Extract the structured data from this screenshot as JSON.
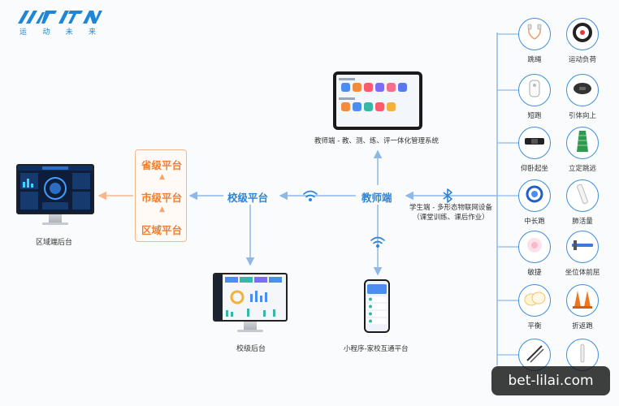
{
  "logo": {
    "sub": [
      "运",
      "动",
      "未",
      "来"
    ]
  },
  "nodes": {
    "regional_backend": "区域端后台",
    "province": "省级平台",
    "city": "市级平台",
    "district": "区域平台",
    "school_platform": "校级平台",
    "teacher": "教师端",
    "teacher_system": "教师端 - 教、测、练、评一体化管理系统",
    "school_backend": "校级后台",
    "mini_program": "小程序-家校互通平台",
    "student_line1": "学生端 - 多形态物联网设备",
    "student_line2": "（课堂训练、课后作业）"
  },
  "devices": [
    {
      "label": "跳绳",
      "icon": "jump-rope-icon"
    },
    {
      "label": "运动负荷",
      "icon": "heart-band-icon"
    },
    {
      "label": "短跑",
      "icon": "sprint-sensor-icon"
    },
    {
      "label": "引体向上",
      "icon": "pullup-sensor-icon"
    },
    {
      "label": "仰卧起坐",
      "icon": "situp-band-icon"
    },
    {
      "label": "立定跳远",
      "icon": "jump-mat-icon"
    },
    {
      "label": "中长跑",
      "icon": "wrist-tag-icon"
    },
    {
      "label": "肺活量",
      "icon": "spirometer-icon"
    },
    {
      "label": "敏捷",
      "icon": "agility-pad-icon"
    },
    {
      "label": "坐位体前屈",
      "icon": "sit-reach-icon"
    },
    {
      "label": "平衡",
      "icon": "balance-disc-icon"
    },
    {
      "label": "折返跑",
      "icon": "cone-icon"
    },
    {
      "label": "",
      "icon": "stick-icon"
    },
    {
      "label": "",
      "icon": "pen-sensor-icon"
    }
  ],
  "watermark": "bet-lilai.com",
  "colors": {
    "blue": "#2c84d8",
    "orange": "#ef7e2f",
    "line": "#8fb8e8"
  }
}
